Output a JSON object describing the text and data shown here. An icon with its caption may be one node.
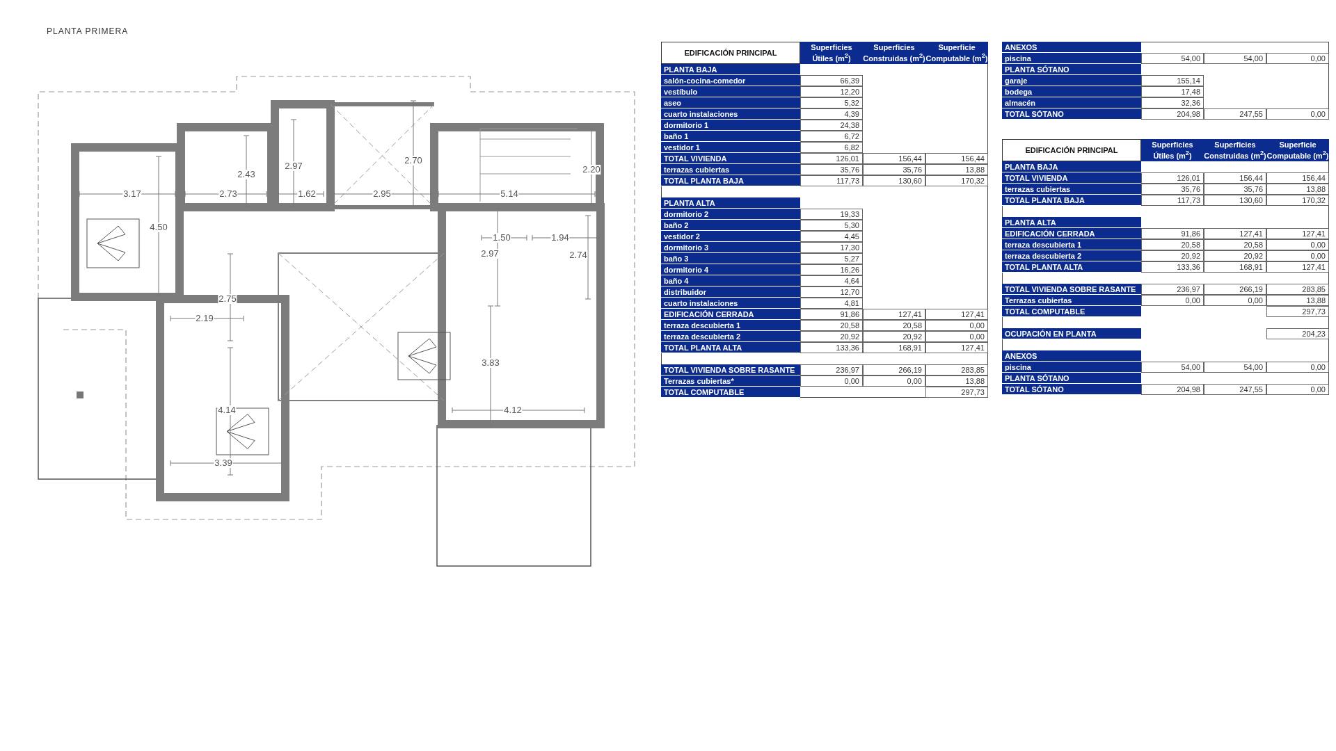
{
  "diagram": {
    "title": "PLANTA PRIMERA",
    "labels": [
      "2.97",
      "2.70",
      "2.43",
      "2.20",
      "3.17",
      "2.73",
      "1.62",
      "2.95",
      "5.14",
      "4.50",
      "1.50",
      "1.94",
      "2.97",
      "2.74",
      "2.75",
      "2.19",
      "3.83",
      "4.14",
      "4.12",
      "3.39",
      "EDIFICACIÓN PRINCIPAL",
      "Superficies Útiles (m$^{2}$)",
      "Superficies Construidas (m$^{2}$)",
      "Superficie Computable (m$^{2}$)",
      "PLANTA BAJA",
      "salón-cocina-comedor",
      "66,39",
      "vestíbulo",
      "12,20",
      "aseo",
      "5,32",
      "cuarto instalaciones",
      "4,39",
      "dormitorio 1",
      "24,38",
      "baño 1",
      "6,72",
      "vestidor 1",
      "6,82",
      "TOTAL VIVIENDA",
      "126,01",
      "156,44",
      "156,44",
      "terrazas cubiertas",
      "35,76",
      "35,76",
      "13,88",
      "TOTAL PLANTA BAJA",
      "117,73",
      "130,60",
      "170,32",
      "PLANTA ALTA",
      "dormitorio 2",
      "19,33",
      "baño 2",
      "5,30",
      "vestidor 2",
      "4,45",
      "dormitorio 3",
      "17,30",
      "baño 3",
      "5,27",
      "dormitorio 4",
      "16,26",
      "baño 4",
      "4,64",
      "distribuidor",
      "12,70",
      "cuarto instalaciones",
      "4,81",
      "EDIFICACIÓN CERRADA",
      "91,86",
      "127,41",
      "127,41",
      "terraza descubierta 1",
      "20,58",
      "20,58",
      "0,00",
      "terraza descubierta 2",
      "20,92",
      "20,92",
      "0,00",
      "TOTAL PLANTA ALTA",
      "133,36",
      "168,91",
      "127,41",
      "TOTAL VIVIENDA SOBRE RASANTE",
      "236,97",
      "266,19",
      "283,85",
      "Terrazas cubiertas*",
      "0,00",
      "0,00",
      "13,88",
      "TOTAL COMPUTABLE",
      "297,73",
      "ANEXOS",
      "piscina",
      "54,00",
      "54,00",
      "0,00",
      "PLANTA SÓTANO",
      "garaje",
      "155,14",
      "bodega",
      "17,48",
      "almacén",
      "32,36",
      "TOTAL SÓTANO",
      "204,98",
      "247,55",
      "0,00",
      "EDIFICACIÓN PRINCIPAL",
      "Superficies Útiles (m$^{2}$)",
      "Superficies Construidas (m$^{2}$)",
      "Superficie Computable (m$^{2}$)",
      "PLANTA BAJA",
      "TOTAL VIVIENDA",
      "126,01",
      "156,44",
      "156,44",
      "terrazas cubiertas",
      "35,76",
      "35,76",
      "13,88",
      "TOTAL PLANTA BAJA",
      "117,73",
      "130,60",
      "170,32",
      "PLANTA ALTA",
      "EDIFICACIÓN CERRADA",
      "91,86",
      "127,41",
      "127,41",
      "terraza descubierta 1",
      "20,58",
      "20,58",
      "0,00",
      "terraza descubierta 2",
      "20,92",
      "20,92",
      "0,00",
      "TOTAL PLANTA ALTA",
      "133,36",
      "168,91",
      "127,41",
      "TOTAL VIVIENDA SOBRE RASANTE",
      "236,97",
      "266,19",
      "283,85",
      "Terrazas cubiertas",
      "0,00",
      "0,00",
      "13,88",
      "TOTAL COMPUTABLE",
      "297,73",
      "OCUPACIÓN EN PLANTA",
      "204,23",
      "ANEXOS",
      "piscina",
      "54,00",
      "54,00",
      "0,00",
      "PLANTA SÓTANO",
      "TOTAL SÓTANO",
      "204,98",
      "247,55",
      "0,00"
    ]
  }
}
